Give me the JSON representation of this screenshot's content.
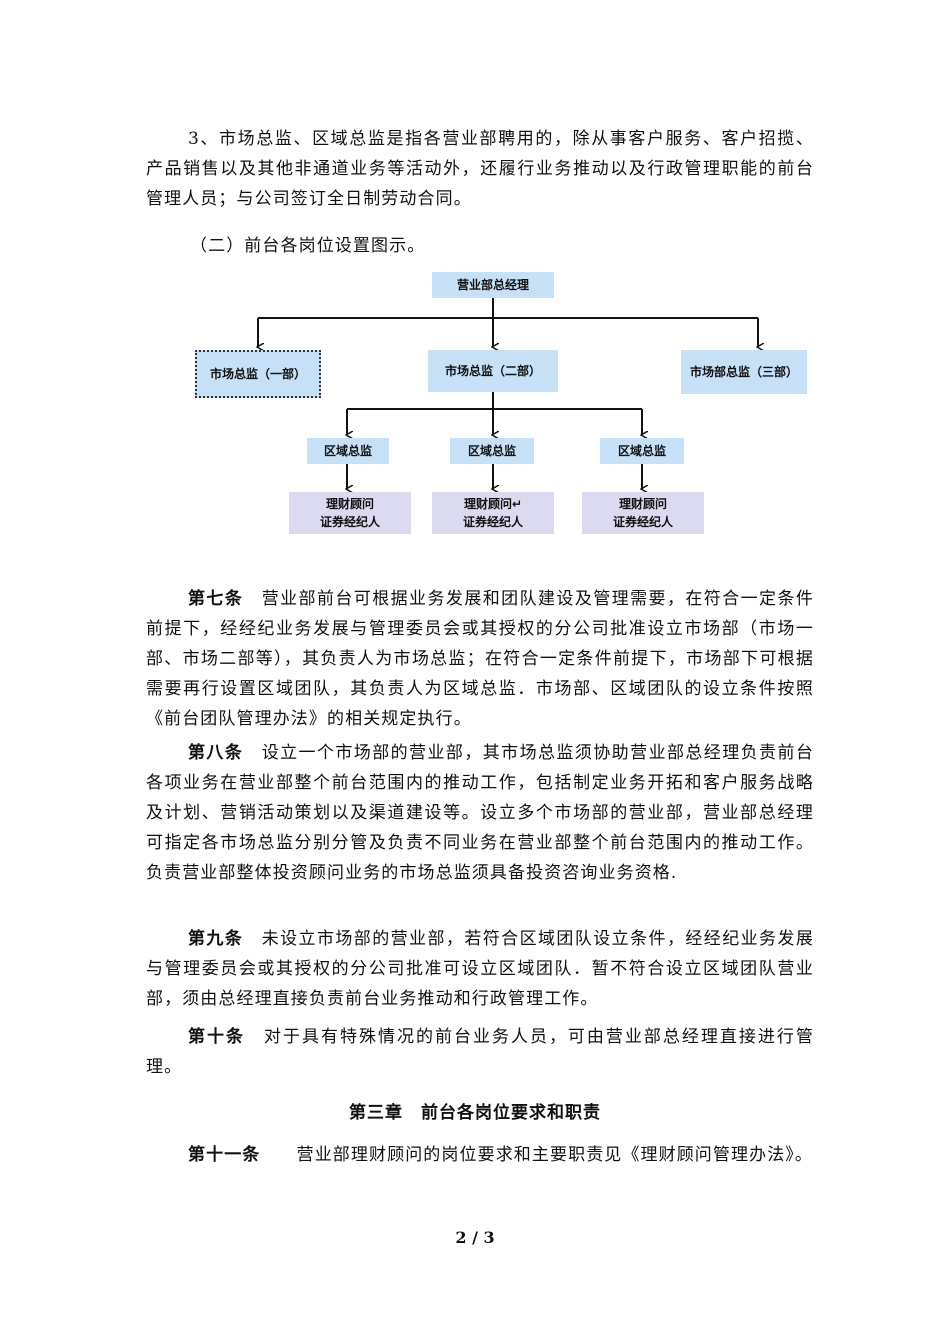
{
  "paragraphs": {
    "p1": "3、市场总监、区域总监是指各营业部聘用的，除从事客户服务、客户招揽、产品销售以及其他非通道业务等活动外，还履行业务推动以及行政管理职能的前台管理人员；与公司签订全日制劳动合同。",
    "p2": "（二）前台各岗位设置图示。"
  },
  "org_chart": {
    "top": "营业部总经理",
    "mkt1": "市场总监（一部）",
    "mkt2": "市场总监（二部）",
    "mkt3": "市场部总监（三部）",
    "region": "区域总监",
    "advisor_line1": "理财顾问",
    "advisor_line1_mid": "理财顾问↵",
    "advisor_line2": "证券经纪人"
  },
  "articles": {
    "a7_title": "第七条",
    "a7_text": "营业部前台可根据业务发展和团队建设及管理需要，在符合一定条件前提下，经经纪业务发展与管理委员会或其授权的分公司批准设立市场部（市场一部、市场二部等），其负责人为市场总监；在符合一定条件前提下，市场部下可根据需要再行设置区域团队，其负责人为区域总监．市场部、区域团队的设立条件按照《前台团队管理办法》的相关规定执行。",
    "a8_title": "第八条",
    "a8_text": "设立一个市场部的营业部，其市场总监须协助营业部总经理负责前台各项业务在营业部整个前台范围内的推动工作，包括制定业务开拓和客户服务战略及计划、营销活动策划以及渠道建设等。设立多个市场部的营业部，营业部总经理可指定各市场总监分别分管及负责不同业务在营业部整个前台范围内的推动工作。负责营业部整体投资顾问业务的市场总监须具备投资咨询业务资格.",
    "a9_title": "第九条",
    "a9_text": "未设立市场部的营业部，若符合区域团队设立条件，经经纪业务发展与管理委员会或其授权的分公司批准可设立区域团队．暂不符合设立区域团队营业部，须由总经理直接负责前台业务推动和行政管理工作。",
    "a10_title": "第十条",
    "a10_text": "对于具有特殊情况的前台业务人员，可由营业部总经理直接进行管理。",
    "chapter": "第三章　前台各岗位要求和职责",
    "a11_title": "第十一条",
    "a11_text": "营业部理财顾问的岗位要求和主要职责见《理财顾问管理办法》。"
  },
  "footer": {
    "page": "2 / 3"
  }
}
